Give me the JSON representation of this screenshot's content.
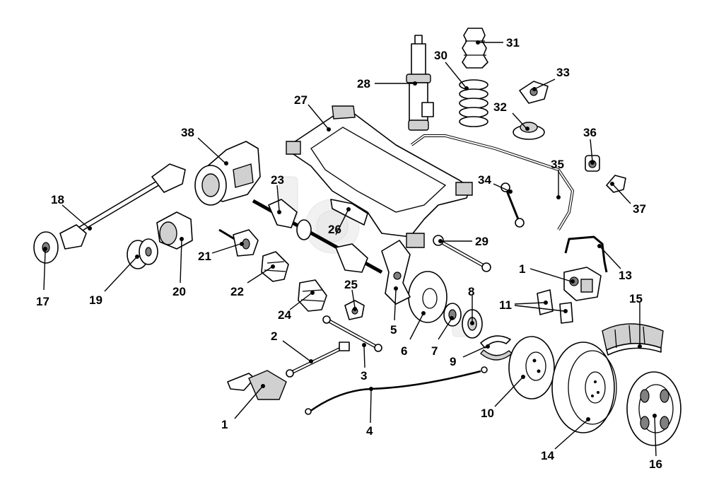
{
  "diagram": {
    "callouts": {
      "c1a": "1",
      "c1b": "1",
      "c2": "2",
      "c3": "3",
      "c4": "4",
      "c5": "5",
      "c6": "6",
      "c7": "7",
      "c8": "8",
      "c9": "9",
      "c10": "10",
      "c11": "11",
      "c13": "13",
      "c14": "14",
      "c15": "15",
      "c16": "16",
      "c17": "17",
      "c18": "18",
      "c19": "19",
      "c20": "20",
      "c21": "21",
      "c22": "22",
      "c23": "23",
      "c24": "24",
      "c25": "25",
      "c26": "26",
      "c27": "27",
      "c28": "28",
      "c29": "29",
      "c30": "30",
      "c31": "31",
      "c32": "32",
      "c33": "33",
      "c34": "34",
      "c35": "35",
      "c36": "36",
      "c37": "37",
      "c38": "38"
    }
  }
}
